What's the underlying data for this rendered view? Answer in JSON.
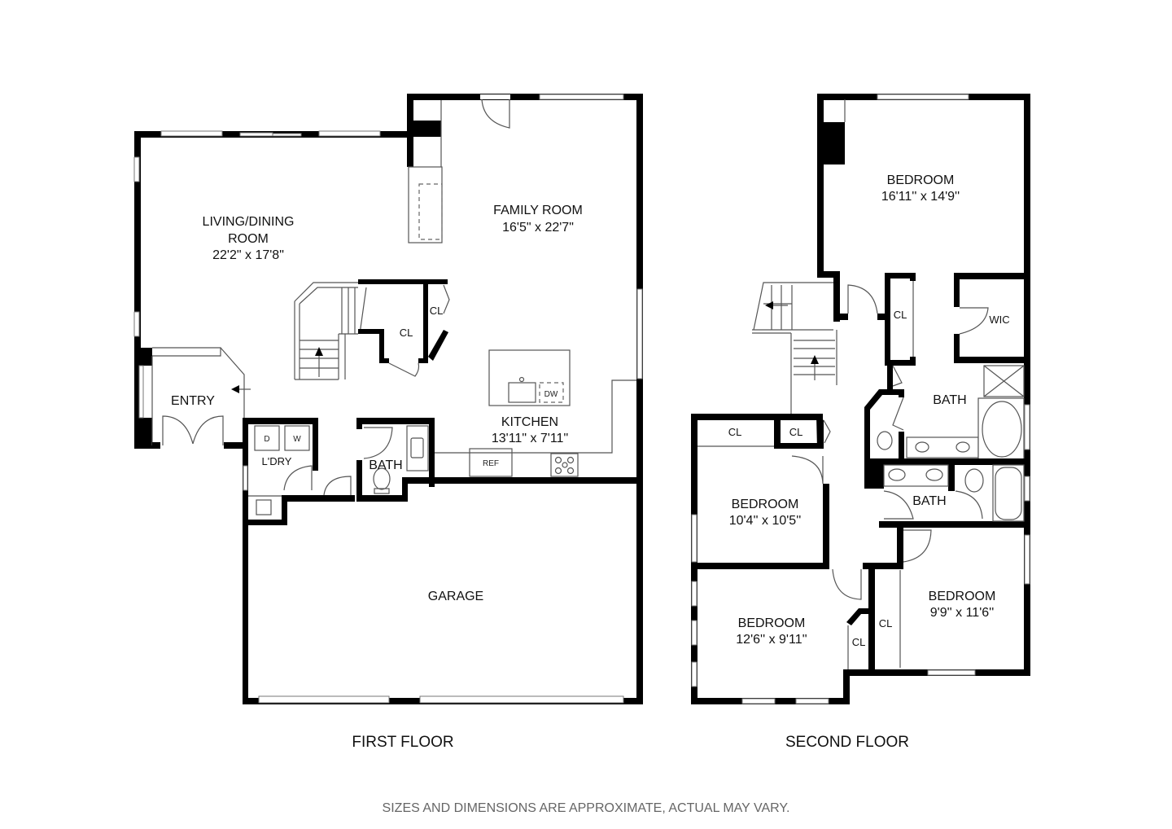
{
  "first_floor": {
    "title": "FIRST FLOOR",
    "rooms": {
      "living_dining": {
        "name_line1": "LIVING/DINING",
        "name_line2": "ROOM",
        "dimensions": "22'2\" x 17'8\""
      },
      "family_room": {
        "name": "FAMILY ROOM",
        "dimensions": "16'5\" x 22'7\""
      },
      "kitchen": {
        "name": "KITCHEN",
        "dimensions": "13'11\" x 7'11\""
      },
      "entry": {
        "name": "ENTRY"
      },
      "laundry": {
        "name": "L'DRY",
        "dryer": "D",
        "washer": "W"
      },
      "bath": {
        "name": "BATH"
      },
      "closet_1": {
        "name": "CL"
      },
      "closet_2": {
        "name": "CL"
      },
      "garage": {
        "name": "GARAGE"
      }
    },
    "fixtures": {
      "refrigerator": "REF",
      "dishwasher": "DW"
    }
  },
  "second_floor": {
    "title": "SECOND FLOOR",
    "rooms": {
      "primary_bedroom": {
        "name": "BEDROOM",
        "dimensions": "16'11'' x 14'9''"
      },
      "bedroom_2": {
        "name": "BEDROOM",
        "dimensions": "10'4'' x 10'5''"
      },
      "bedroom_3": {
        "name": "BEDROOM",
        "dimensions": "12'6'' x 9'11''"
      },
      "bedroom_4": {
        "name": "BEDROOM",
        "dimensions": "9'9'' x 11'6''"
      },
      "primary_bath": {
        "name": "BATH"
      },
      "hall_bath": {
        "name": "BATH"
      },
      "wic": {
        "name": "WIC"
      },
      "closet_hall": {
        "name": "CL"
      },
      "closet_b2_a": {
        "name": "CL"
      },
      "closet_b2_b": {
        "name": "CL"
      },
      "closet_b3": {
        "name": "CL"
      },
      "closet_b4": {
        "name": "CL"
      }
    }
  },
  "footer": {
    "disclaimer": "SIZES AND DIMENSIONS ARE APPROXIMATE, ACTUAL MAY VARY."
  }
}
